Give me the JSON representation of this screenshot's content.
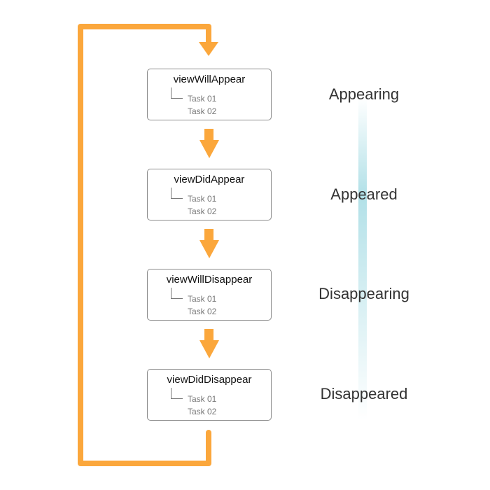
{
  "colors": {
    "loop_arrow": "#FBA73C",
    "flow_arrow": "#FBA73C",
    "gradient_bar": "#A9DDE5",
    "box_border": "#8C8C8C",
    "task_text": "#777777"
  },
  "stages": [
    {
      "title": "viewWillAppear",
      "tasks": [
        "Task 01",
        "Task 02"
      ]
    },
    {
      "title": "viewDidAppear",
      "tasks": [
        "Task 01",
        "Task 02"
      ]
    },
    {
      "title": "viewWillDisappear",
      "tasks": [
        "Task 01",
        "Task 02"
      ]
    },
    {
      "title": "viewDidDisappear",
      "tasks": [
        "Task 01",
        "Task 02"
      ]
    }
  ],
  "states": [
    "Appearing",
    "Appeared",
    "Disappearing",
    "Disappeared"
  ]
}
